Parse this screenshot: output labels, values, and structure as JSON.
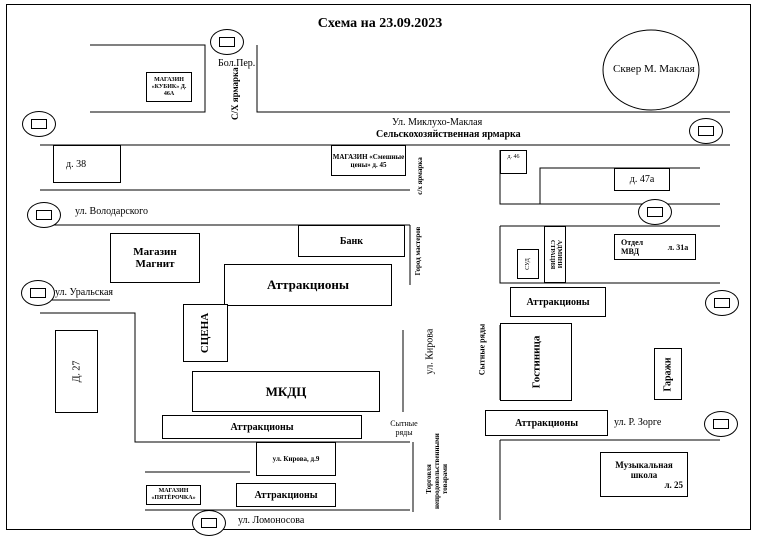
{
  "title": "Схема на 23.09.2023",
  "streets": {
    "bol_per": "Бол.Пер.",
    "c_x_yarmarka": "С/Х ярмарка",
    "miklukho": "Ул. Миклухо-Маклая",
    "volodarsky": "ул. Володарского",
    "uralskaya": "ул. Уральская",
    "kirova": "ул. Кирова",
    "zorge": "ул. Р. Зорге",
    "lomonosova": "ул. Ломоносова",
    "sytnye_ryady": "Сытные ряды",
    "sytnye_ryady_2": "Сытные ряды",
    "gorod_masterov": "Город мастеров",
    "sx_yarmarka_small": "с/х ярмарка",
    "torgovlya": "Торговля непродовольственными товарами"
  },
  "labels": {
    "agri_fair": "Сельскохозяйственная ярмарка",
    "skver": "Сквер М. Маклая",
    "kubik": "МАГАЗИН «КУБИК» Д. 46А",
    "d38": "д. 38",
    "smeshnye": "МАГАЗИН «Смешные цены» д. 45",
    "d46": "д. 46",
    "d47a": "д. 47а",
    "magnit": "Магазин Магнит",
    "bank": "Банк",
    "attr_main": "Аттракционы",
    "scena": "СЦЕНА",
    "d27": "Д. 27",
    "mkdc": "МКДЦ",
    "attr_left": "Аттракционы",
    "kirova9": "ул. Кирова, д.9",
    "pyaterochka": "МАГАЗИН «ПЯТЁРОЧКА»",
    "attr_bottom": "Аттракционы",
    "admin": "АДМИНИ СТРАЦИЯ",
    "sud": "СУД",
    "mvd": "Отдел МВД",
    "mvd_addr": "л. 31а",
    "attr_right_top": "Аттракционы",
    "gostinica": "Гостиница",
    "garazhi": "Гаражи",
    "attr_right_bottom": "Аттракционы",
    "music_school": "Музыкальная школа",
    "music_addr": "л. 25"
  },
  "cameras_count": 9
}
